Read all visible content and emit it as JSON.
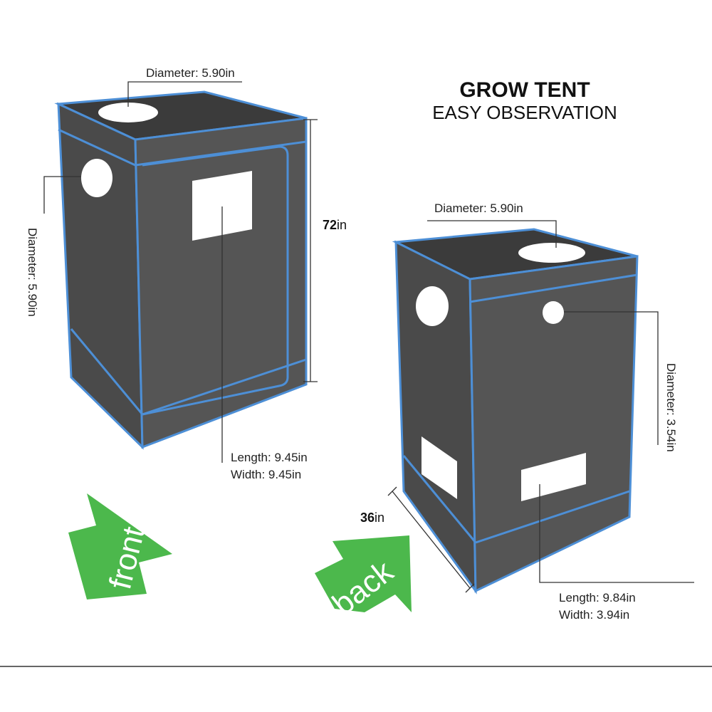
{
  "title": {
    "line1": "GROW TENT",
    "line2": "EASY OBSERVATION"
  },
  "colors": {
    "tent_front": "#555555",
    "tent_side": "#4a4a4a",
    "tent_top": "#3b3b3b",
    "seam": "#4d8fd6",
    "window": "#ffffff",
    "arrow": "#4cb84c",
    "leader_line": "#333333"
  },
  "front_tent": {
    "top_vent_label": "Diameter: 5.90in",
    "side_vent_label": "Diameter: 5.90in",
    "window_length": "Length: 9.45in",
    "window_width": "Width: 9.45in",
    "height_value": "72",
    "height_unit": "in",
    "arrow_label": "front"
  },
  "back_tent": {
    "top_vent_label": "Diameter: 5.90in",
    "small_vent_label": "Diameter: 3.54in",
    "window_length": "Length: 9.84in",
    "window_width": "Width: 3.94in",
    "depth_value": "36",
    "depth_unit": "in",
    "arrow_label": "back"
  }
}
